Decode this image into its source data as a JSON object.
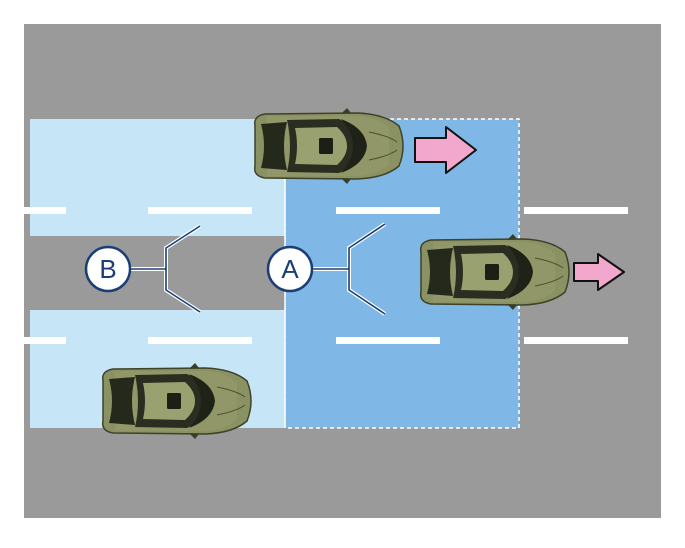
{
  "zones": {
    "A": {
      "label": "A"
    },
    "B": {
      "label": "B"
    }
  },
  "colors": {
    "road": "#9a9a9a",
    "zone_a": "#7fb8e6",
    "zone_b": "#c6e6f8",
    "lane_mark": "#ffffff",
    "arrow_fill": "#f2a8cc",
    "label_stroke": "#1b3f75",
    "car_body": "#8a9162"
  },
  "vehicles": [
    {
      "id": "front-left-car",
      "heading": "right"
    },
    {
      "id": "ahead-car",
      "heading": "right"
    },
    {
      "id": "rear-car",
      "heading": "right"
    }
  ]
}
